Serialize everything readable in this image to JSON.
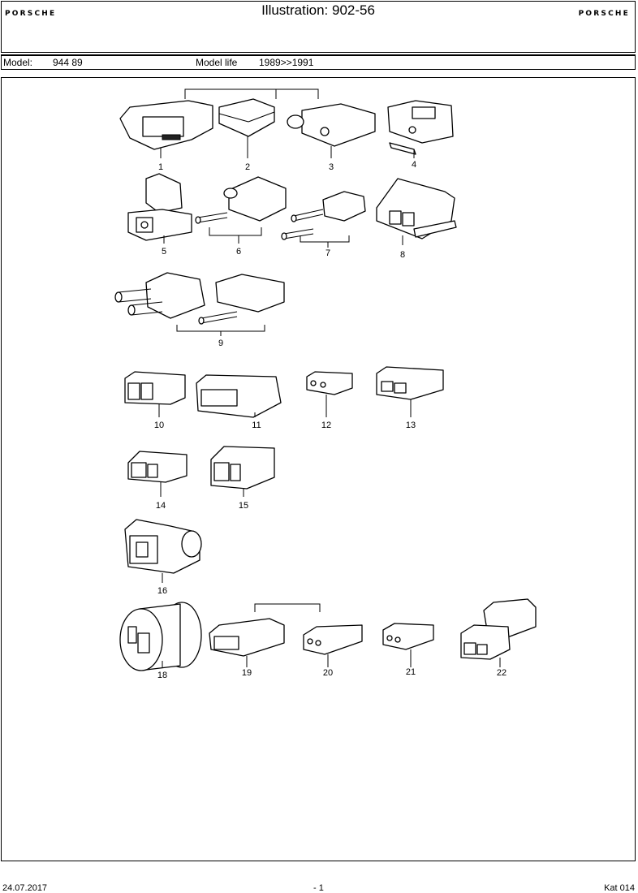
{
  "header": {
    "logo_left": "PORSCHE",
    "logo_right": "PORSCHE",
    "title": "Illustration: 902-56"
  },
  "model_bar": {
    "model_label": "Model:",
    "model_value": "944 89",
    "life_label": "Model life",
    "life_value": "1989>>1991"
  },
  "parts": {
    "labels": [
      "1",
      "2",
      "3",
      "4",
      "5",
      "6",
      "7",
      "8",
      "9",
      "10",
      "11",
      "12",
      "13",
      "14",
      "15",
      "16",
      "18",
      "19",
      "20",
      "21",
      "22"
    ]
  },
  "footer": {
    "date": "24.07.2017",
    "page": "- 1",
    "catalog": "Kat 014"
  }
}
